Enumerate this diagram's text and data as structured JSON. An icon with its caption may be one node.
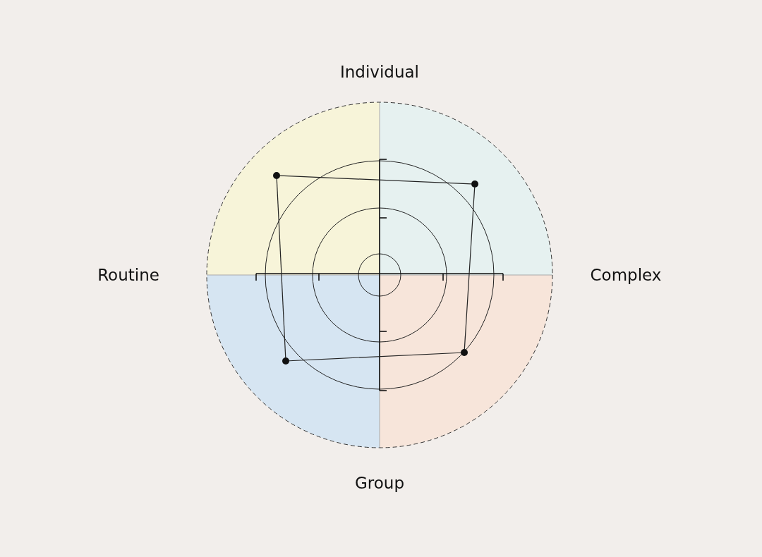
{
  "diagram": {
    "nodes": [
      {
        "text": [],
        "shape": "circle"
      },
      {
        "text": [],
        "shape": "circle"
      },
      {
        "text": [],
        "shape": "circle"
      },
      {
        "text": [],
        "shape": "circle"
      }
    ],
    "edges": [
      {
        "from": 0,
        "to": 1,
        "arrow": "none"
      },
      {
        "from": 1,
        "to": 3,
        "arrow": "none"
      },
      {
        "from": 3,
        "to": 2,
        "arrow": "none"
      },
      {
        "from": 2,
        "to": 0,
        "arrow": "none"
      }
    ],
    "labels": [
      "Individual",
      "Routine",
      "Complex",
      "Group"
    ]
  }
}
